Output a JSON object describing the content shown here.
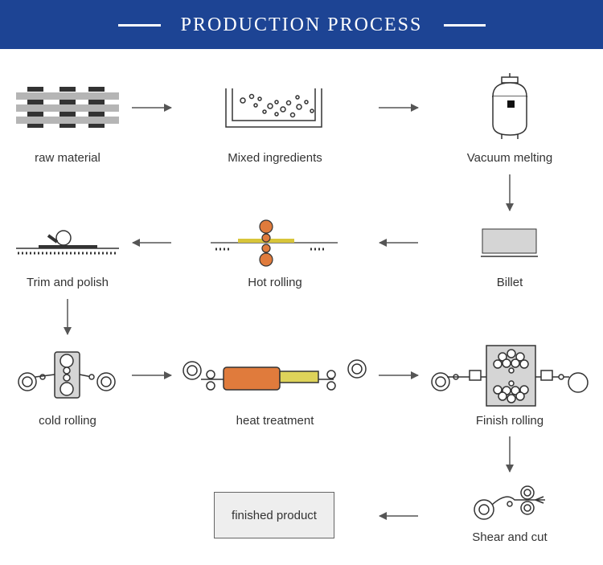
{
  "header": {
    "title": "PRODUCTION PROCESS"
  },
  "steps": {
    "raw_material": "raw material",
    "mixed_ingredients": "Mixed ingredients",
    "vacuum_melting": "Vacuum melting",
    "trim_and_polish": "Trim and polish",
    "hot_rolling": "Hot rolling",
    "billet": "Billet",
    "cold_rolling": "cold rolling",
    "heat_treatment": "heat treatment",
    "finish_rolling": "Finish rolling",
    "shear_and_cut": "Shear and cut",
    "finished_product": "finished product"
  },
  "colors": {
    "header_bg": "#1d4494",
    "roller_orange": "#e07b3c",
    "hot_rolling_bar": "#d8c53a",
    "heat_furnace": "#e07b3c",
    "heat_cooling": "#ded35a",
    "icon_gray": "#cccccc",
    "arrow": "#555555"
  }
}
